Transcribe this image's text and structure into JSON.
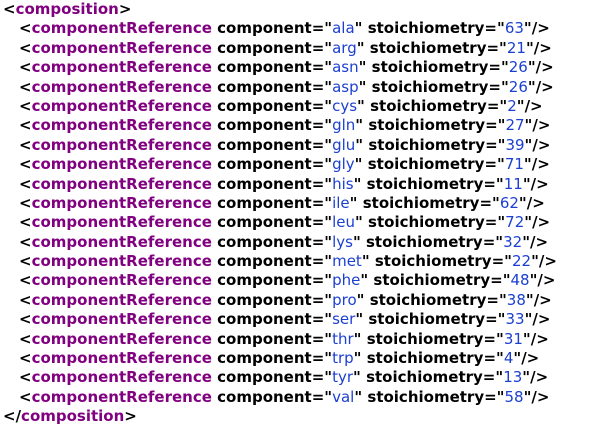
{
  "colors": {
    "tag": "#800080",
    "attribute_value": "#1b3fd1",
    "punctuation": "#000000"
  },
  "root": {
    "tag": "composition"
  },
  "child": {
    "tag": "componentReference",
    "attr_component": "component",
    "attr_stoichiometry": "stoichiometry"
  },
  "items": [
    {
      "component": "ala",
      "stoichiometry": "63"
    },
    {
      "component": "arg",
      "stoichiometry": "21"
    },
    {
      "component": "asn",
      "stoichiometry": "26"
    },
    {
      "component": "asp",
      "stoichiometry": "26"
    },
    {
      "component": "cys",
      "stoichiometry": "2"
    },
    {
      "component": "gln",
      "stoichiometry": "27"
    },
    {
      "component": "glu",
      "stoichiometry": "39"
    },
    {
      "component": "gly",
      "stoichiometry": "71"
    },
    {
      "component": "his",
      "stoichiometry": "11"
    },
    {
      "component": "ile",
      "stoichiometry": "62"
    },
    {
      "component": "leu",
      "stoichiometry": "72"
    },
    {
      "component": "lys",
      "stoichiometry": "32"
    },
    {
      "component": "met",
      "stoichiometry": "22"
    },
    {
      "component": "phe",
      "stoichiometry": "48"
    },
    {
      "component": "pro",
      "stoichiometry": "38"
    },
    {
      "component": "ser",
      "stoichiometry": "33"
    },
    {
      "component": "thr",
      "stoichiometry": "31"
    },
    {
      "component": "trp",
      "stoichiometry": "4"
    },
    {
      "component": "tyr",
      "stoichiometry": "13"
    },
    {
      "component": "val",
      "stoichiometry": "58"
    }
  ]
}
